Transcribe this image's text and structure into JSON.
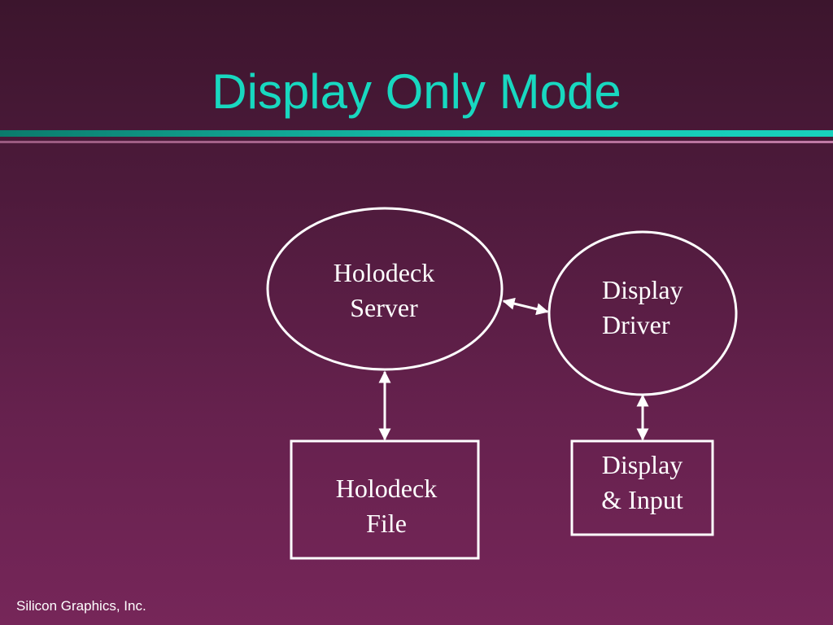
{
  "title": "Display Only Mode",
  "nodes": {
    "holodeck_server": [
      "Holodeck",
      "Server"
    ],
    "display_driver": [
      "Display",
      "Driver"
    ],
    "holodeck_file": [
      "Holodeck",
      "File"
    ],
    "display_input": [
      "Display",
      "& Input"
    ]
  },
  "footer": "Silicon Graphics, Inc."
}
